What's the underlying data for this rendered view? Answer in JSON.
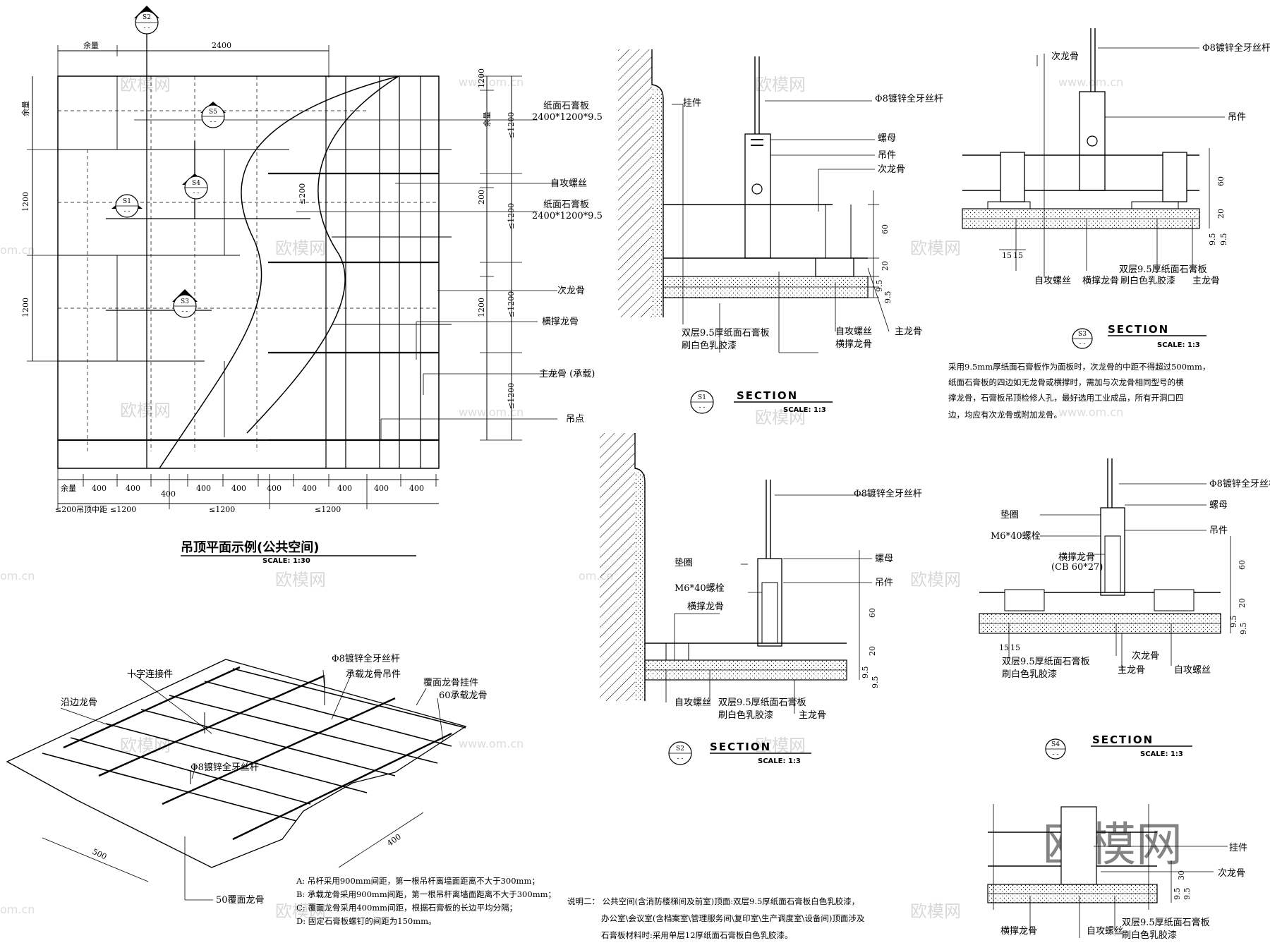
{
  "plan": {
    "title": "吊顶平面示例(公共空间)",
    "scale": "SCALE: 1:30",
    "top_margin": "余量",
    "top_dim": "2400",
    "left_margin": "余量",
    "left_dims": [
      "1200",
      "1200"
    ],
    "right_dims": [
      "1200",
      "≤1200",
      "200",
      "≤1200",
      "1200",
      "≤1200",
      "≤1200"
    ],
    "right_margin": "余量",
    "s200": "≤200",
    "bottom_margin": "余量",
    "bottom_dims": [
      "400",
      "400",
      "400",
      "400",
      "400",
      "400",
      "400",
      "400",
      "400",
      "400"
    ],
    "bottom_row2": [
      "≤200",
      "吊顶中距",
      "≤1200",
      "≤1200",
      "≤1200"
    ],
    "markers": [
      {
        "id": "S2",
        "sub": "- -"
      },
      {
        "id": "S5",
        "sub": "- -"
      },
      {
        "id": "S4",
        "sub": "- -"
      },
      {
        "id": "S1",
        "sub": "- -"
      },
      {
        "id": "S3",
        "sub": "- -"
      }
    ],
    "callouts": [
      "纸面石膏板",
      "2400*1200*9.5",
      "自攻螺丝",
      "纸面石膏板",
      "2400*1200*9.5",
      "次龙骨",
      "横撑龙骨",
      "主龙骨 (承载)",
      "吊点"
    ]
  },
  "s1": {
    "labels": [
      "挂件",
      "Φ8镀锌全牙丝杆",
      "螺母",
      "吊件",
      "次龙骨",
      "双层9.5厚纸面石膏板",
      "刷白色乳胶漆",
      "自攻螺丝",
      "横撑龙骨",
      "主龙骨"
    ],
    "dims": [
      "60",
      "20",
      "9.5",
      "9.5"
    ],
    "section": "SECTION",
    "scale": "SCALE: 1:3",
    "mark": "S1",
    "sub": "- -"
  },
  "s3": {
    "labels": [
      "次龙骨",
      "Φ8镀锌全牙丝杆",
      "吊件",
      "自攻螺丝",
      "横撑龙骨",
      "双层9.5厚纸面石膏板",
      "刷白色乳胶漆",
      "主龙骨"
    ],
    "dims": [
      "60",
      "20",
      "9.5",
      "9.5",
      "15",
      "15"
    ],
    "section": "SECTION",
    "scale": "SCALE: 1:3",
    "mark": "S3",
    "sub": "- -",
    "note_lines": [
      "采用9.5mm厚纸面石膏板作为面板时，次龙骨的中距不得超过500mm，",
      "纸面石膏板的四边如无龙骨或横撑时，需加与次龙骨相同型号的横",
      "撑龙骨，石膏板吊顶检修人孔，最好选用工业成品，所有开洞口四",
      "边，均应有次龙骨或附加龙骨。"
    ]
  },
  "s2": {
    "labels": [
      "Φ8镀锌全牙丝杆",
      "垫圈",
      "螺母",
      "M6*40螺栓",
      "吊件",
      "横撑龙骨",
      "自攻螺丝",
      "双层9.5厚纸面石膏板",
      "刷白色乳胶漆",
      "主龙骨"
    ],
    "dims": [
      "60",
      "20",
      "9.5",
      "9.5"
    ],
    "section": "SECTION",
    "scale": "SCALE: 1:3",
    "mark": "S2",
    "sub": "- -"
  },
  "s4": {
    "labels": [
      "Φ8镀锌全牙丝杆",
      "螺母",
      "垫圈",
      "吊件",
      "M6*40螺栓",
      "横撑龙骨",
      "(CB 60*27)",
      "双层9.5厚纸面石膏板",
      "刷白色乳胶漆",
      "次龙骨",
      "主龙骨",
      "自攻螺丝"
    ],
    "dims": [
      "60",
      "20",
      "9.5",
      "9.5",
      "15",
      "15"
    ],
    "section": "SECTION",
    "scale": "SCALE: 1:3",
    "mark": "S4",
    "sub": "- -"
  },
  "s5": {
    "labels": [
      "挂件",
      "次龙骨",
      "横撑龙骨",
      "自攻螺丝",
      "双层9.5厚纸面石膏板",
      "刷白色乳胶漆"
    ],
    "dims": [
      "30",
      "9.5",
      "9.5"
    ]
  },
  "axon": {
    "labels": [
      "十字连接件",
      "Φ8镀锌全牙丝杆",
      "承载龙骨吊件",
      "覆面龙骨挂件",
      "沿边龙骨",
      "60承载龙骨",
      "Φ8镀锌全牙丝杆",
      "50覆面龙骨"
    ],
    "dims": [
      "500",
      "400"
    ],
    "notes": [
      "A:  吊杆采用900mm间距，第一根吊杆离墙面距离不大于300mm；",
      "B:  承载龙骨采用900mm间距，第一根吊杆离墙面距离不大于300mm；",
      "C:  覆面龙骨采用400mm间距，根据石膏板的长边平均分隔；",
      "D:  固定石膏板螺钉的间距为150mm。"
    ]
  },
  "bottom_note": {
    "lines": [
      "说明二：  公共空间(含消防楼梯间及前室)顶面:双层9.5厚纸面石膏板白色乳胶漆，",
      "办公室\\会议室(含档案室\\管理服务间\\复印室\\生产调度室\\设备间)顶面涉及",
      "石膏板材料时:采用单层12厚纸面石膏板白色乳胶漆。"
    ]
  },
  "watermarks": {
    "brand": "欧模网",
    "url": "www.om.cn",
    "url_short": "om.cn"
  }
}
